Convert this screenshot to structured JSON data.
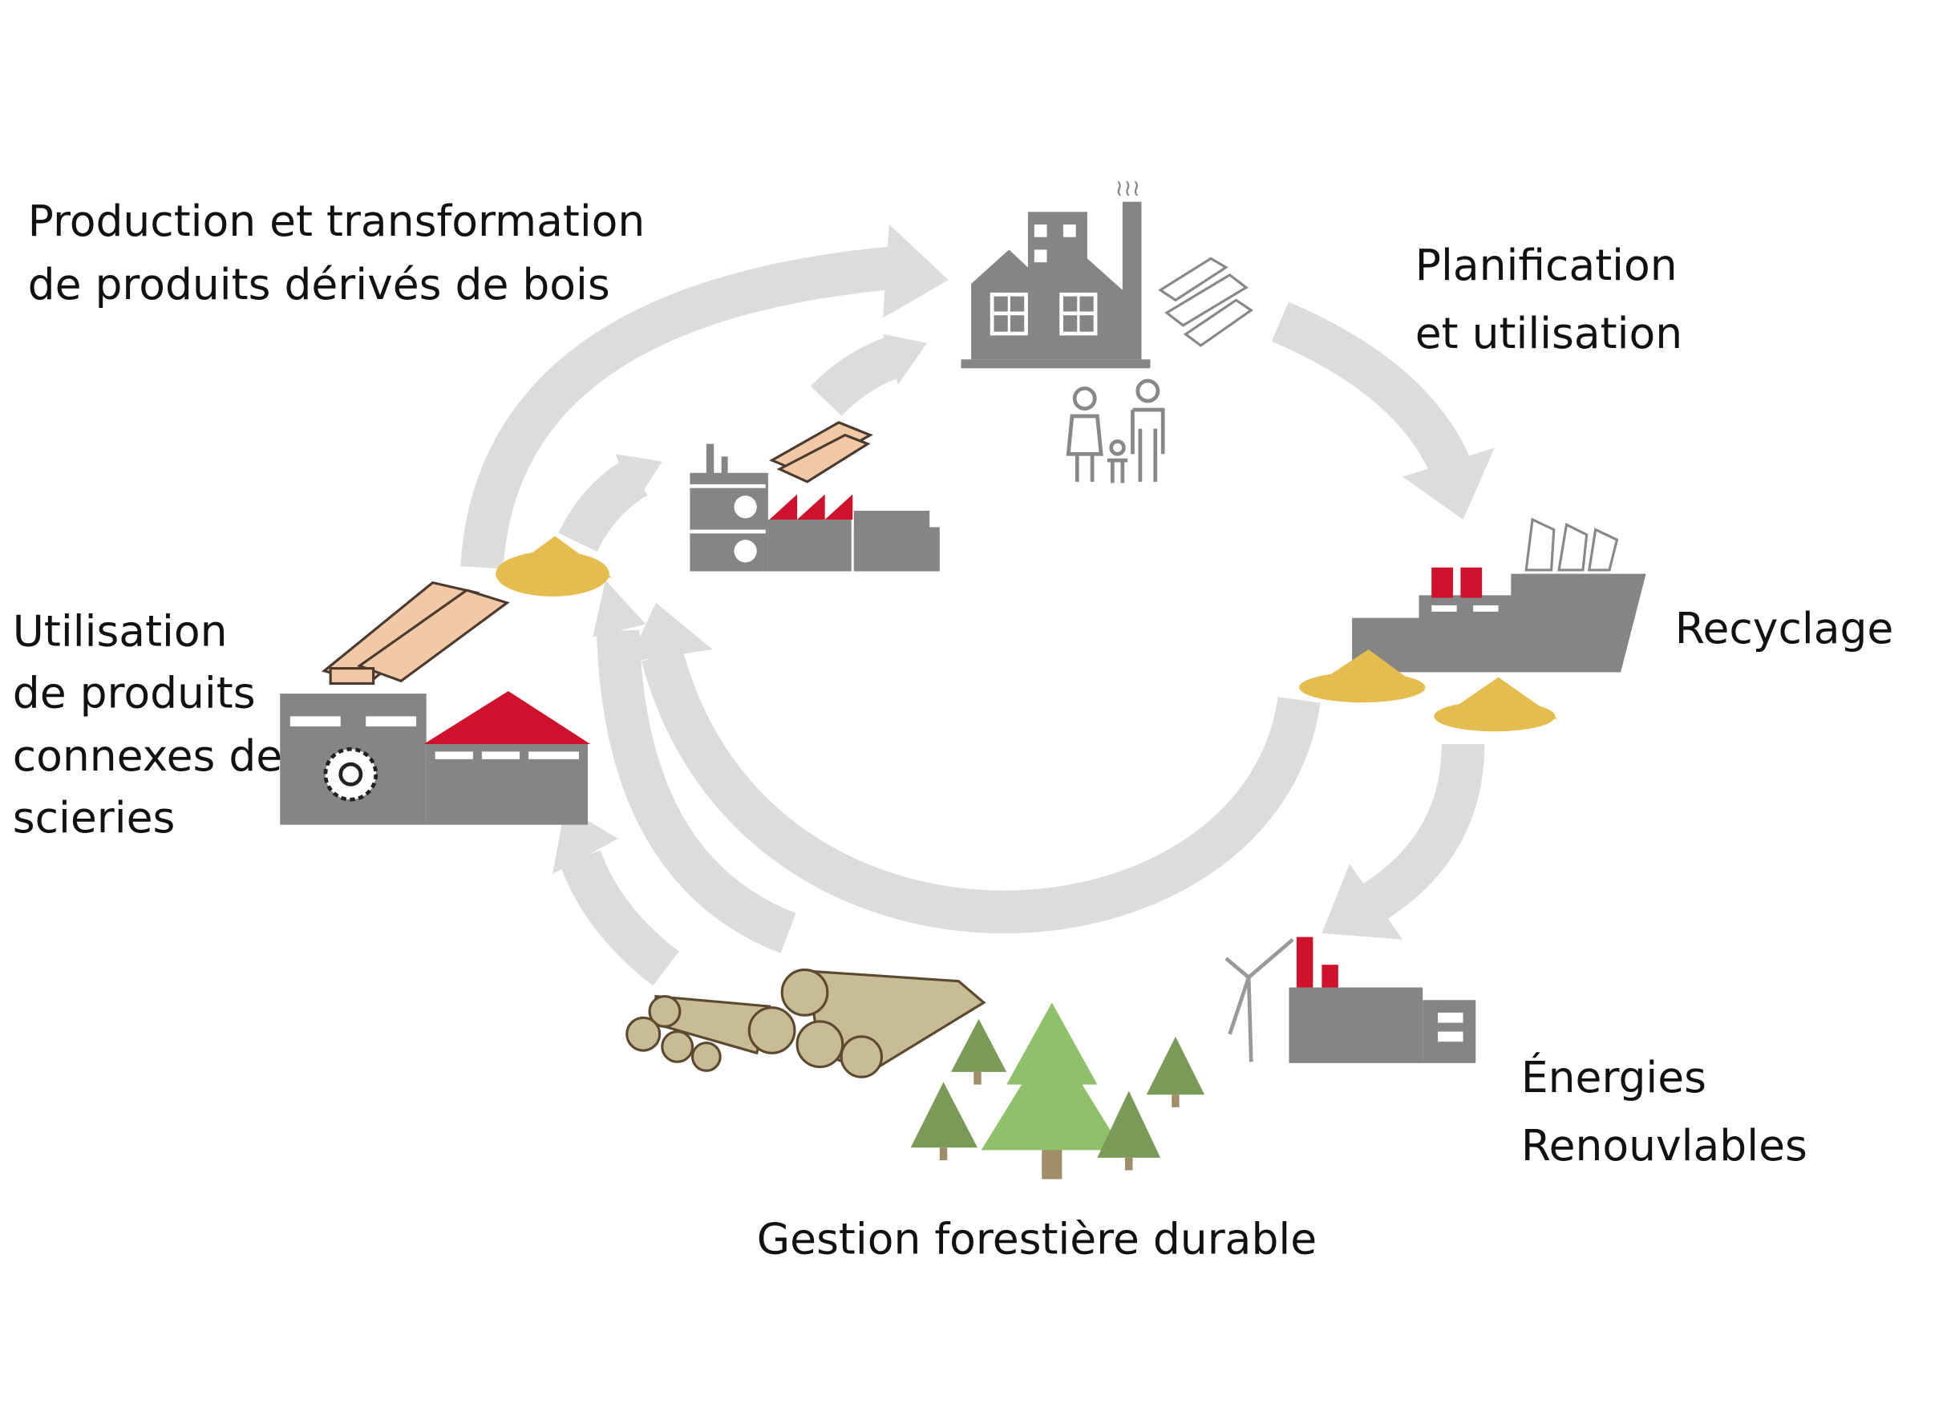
{
  "labels": {
    "production": [
      "Production et transformation",
      "de produits dérivés de bois"
    ],
    "planification": [
      "Planification",
      "et utilisation"
    ],
    "recyclage": [
      "Recyclage"
    ],
    "utilisation": [
      "Utilisation",
      "de produits",
      "connexes de",
      "scieries"
    ],
    "energies": [
      "Énergies",
      "Renouvlables"
    ],
    "gestion": [
      "Gestion forestière durable"
    ]
  },
  "colors": {
    "arrow": "#dcdcdc",
    "building": "#858585",
    "accent": "#d0112b",
    "tree_light": "#8fc06a",
    "tree_dark": "#7a9a57",
    "sawdust": "#e5bd4f"
  }
}
